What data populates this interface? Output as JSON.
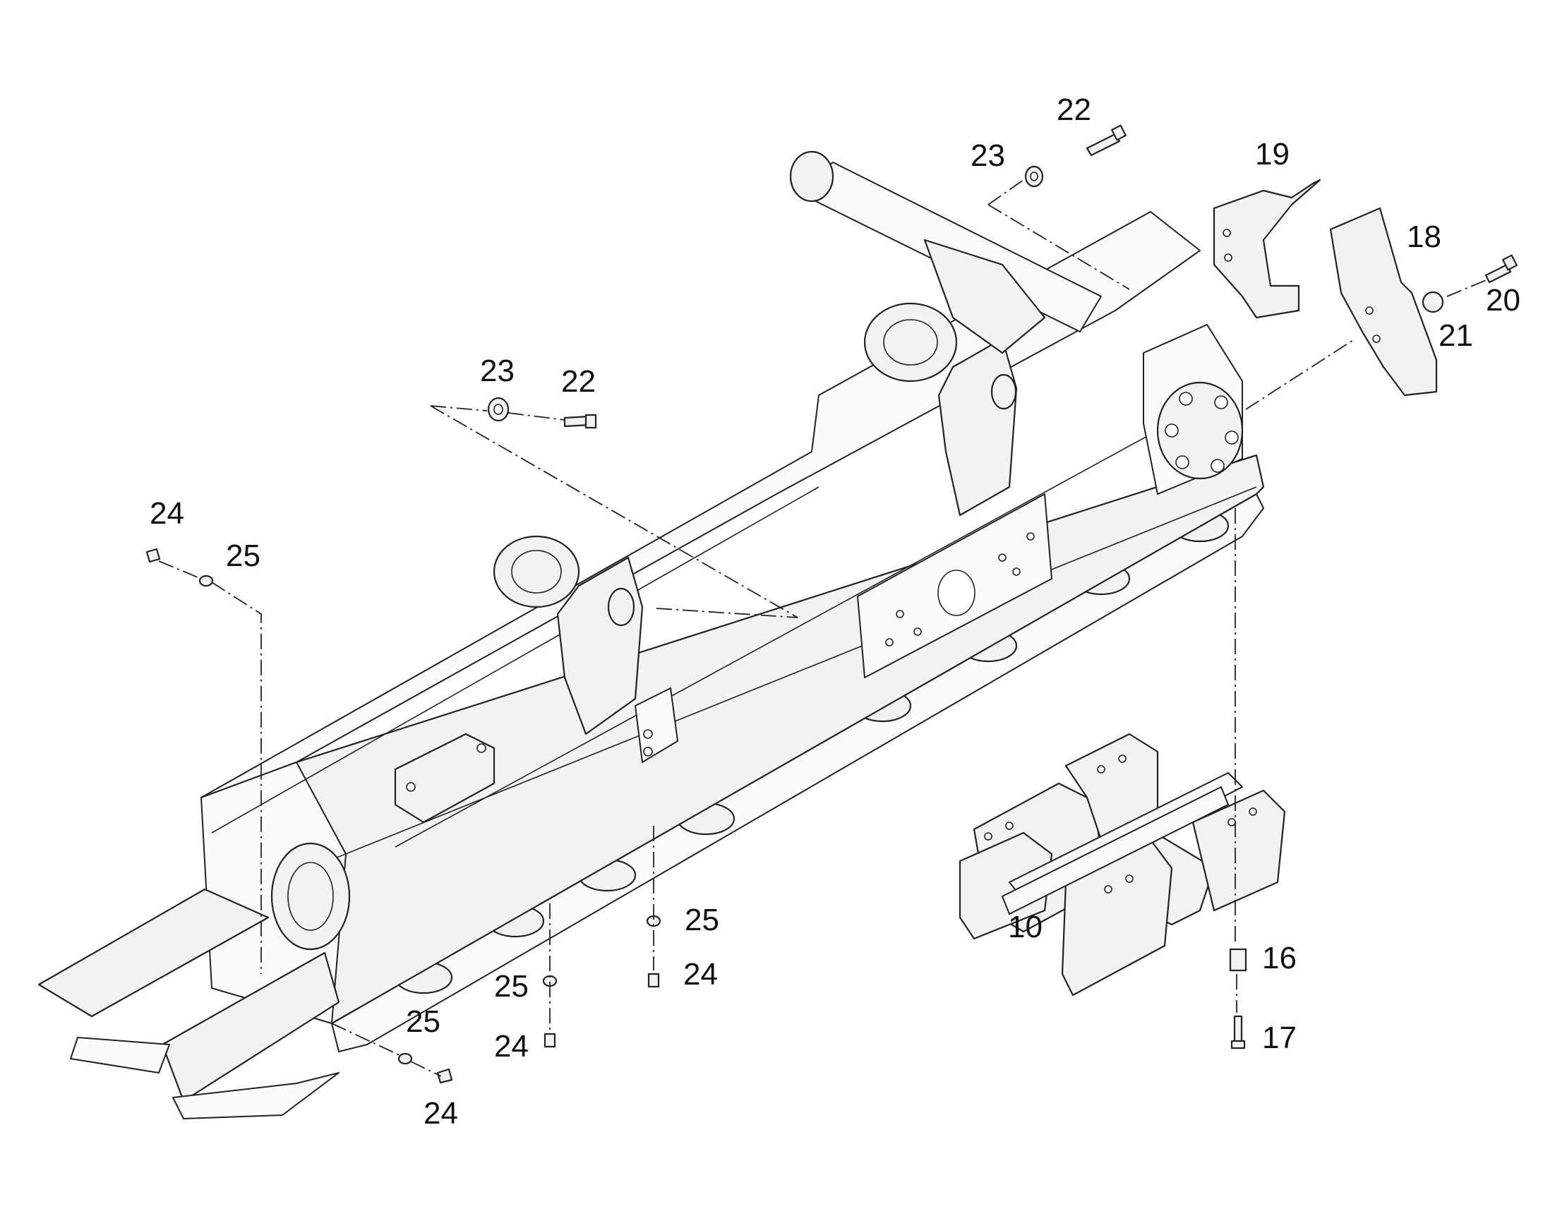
{
  "callouts": [
    {
      "id": "c10",
      "label": "10"
    },
    {
      "id": "c16",
      "label": "16"
    },
    {
      "id": "c17",
      "label": "17"
    },
    {
      "id": "c18",
      "label": "18"
    },
    {
      "id": "c19",
      "label": "19"
    },
    {
      "id": "c20",
      "label": "20"
    },
    {
      "id": "c21",
      "label": "21"
    },
    {
      "id": "c22a",
      "label": "22"
    },
    {
      "id": "c22b",
      "label": "22"
    },
    {
      "id": "c23a",
      "label": "23"
    },
    {
      "id": "c23b",
      "label": "23"
    },
    {
      "id": "c24a",
      "label": "24"
    },
    {
      "id": "c24b",
      "label": "24"
    },
    {
      "id": "c24c",
      "label": "24"
    },
    {
      "id": "c24d",
      "label": "24"
    },
    {
      "id": "c25a",
      "label": "25"
    },
    {
      "id": "c25b",
      "label": "25"
    },
    {
      "id": "c25c",
      "label": "25"
    },
    {
      "id": "c25d",
      "label": "25"
    }
  ]
}
